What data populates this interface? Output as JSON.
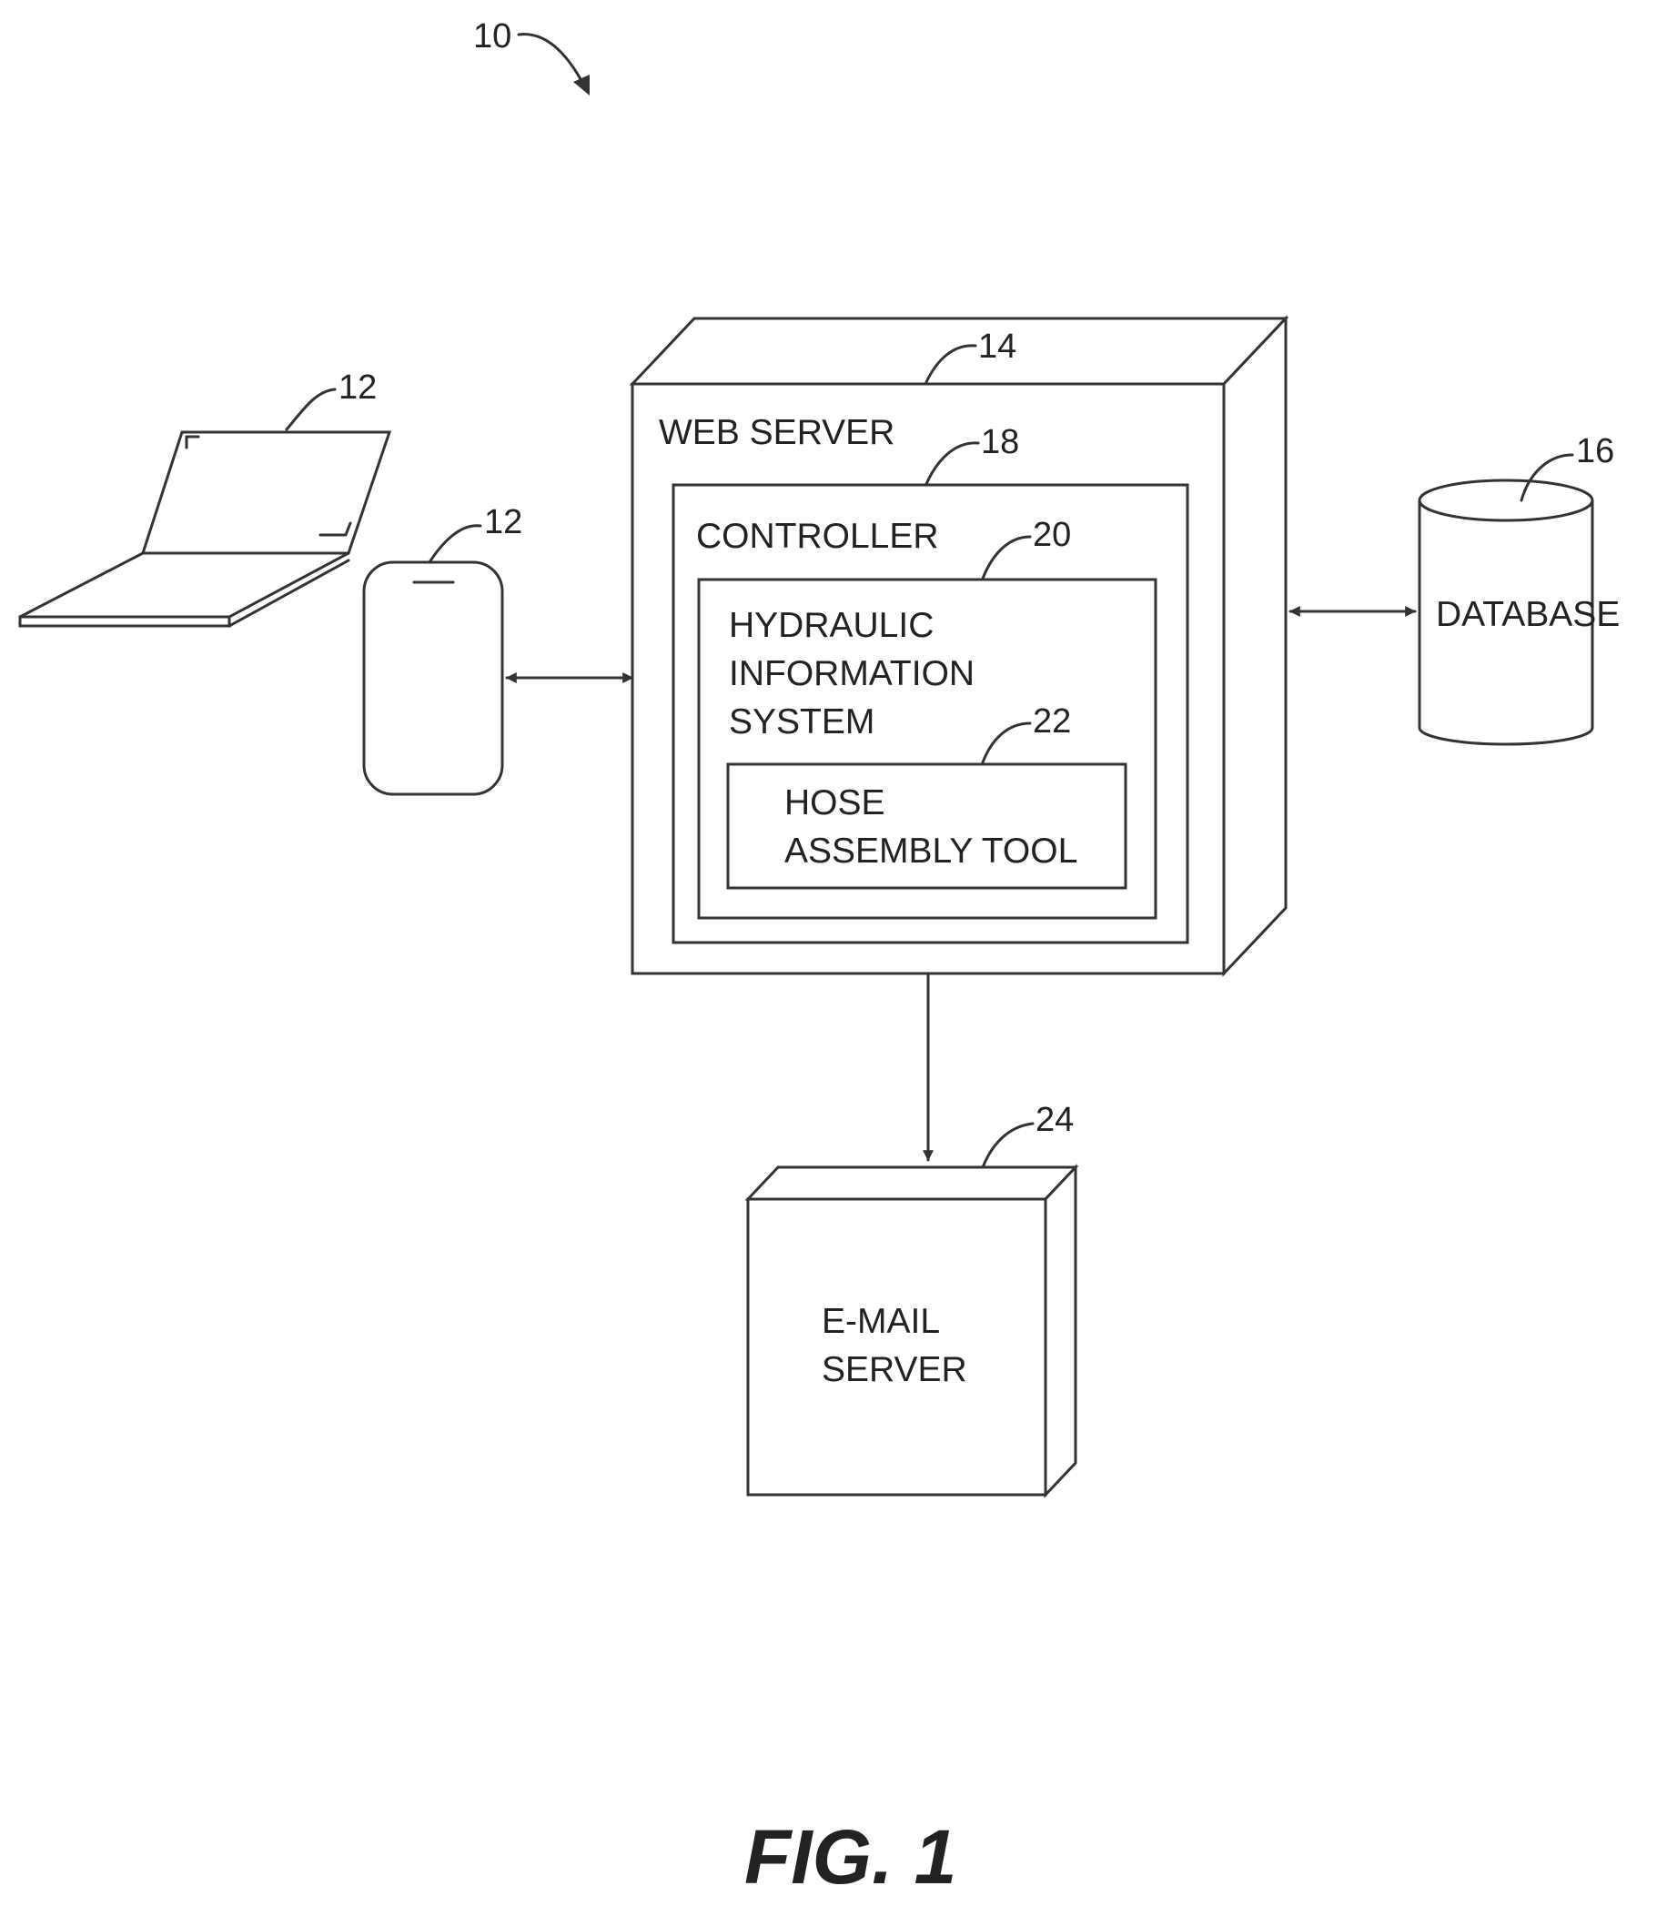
{
  "diagram": {
    "system_ref": "10",
    "user_devices": {
      "laptop_ref": "12",
      "phone_ref": "12"
    },
    "web_server": {
      "ref": "14",
      "label": "WEB SERVER",
      "controller": {
        "ref": "18",
        "label": "CONTROLLER",
        "hydraulic_info_system": {
          "ref": "20",
          "label_lines": [
            "HYDRAULIC",
            "INFORMATION",
            "SYSTEM"
          ],
          "hose_assembly_tool": {
            "ref": "22",
            "label_lines": [
              "HOSE",
              "ASSEMBLY TOOL"
            ]
          }
        }
      }
    },
    "database": {
      "ref": "16",
      "label": "DATABASE"
    },
    "email_server": {
      "ref": "24",
      "label_lines": [
        "E-MAIL",
        "SERVER"
      ]
    },
    "caption": "FIG. 1"
  }
}
